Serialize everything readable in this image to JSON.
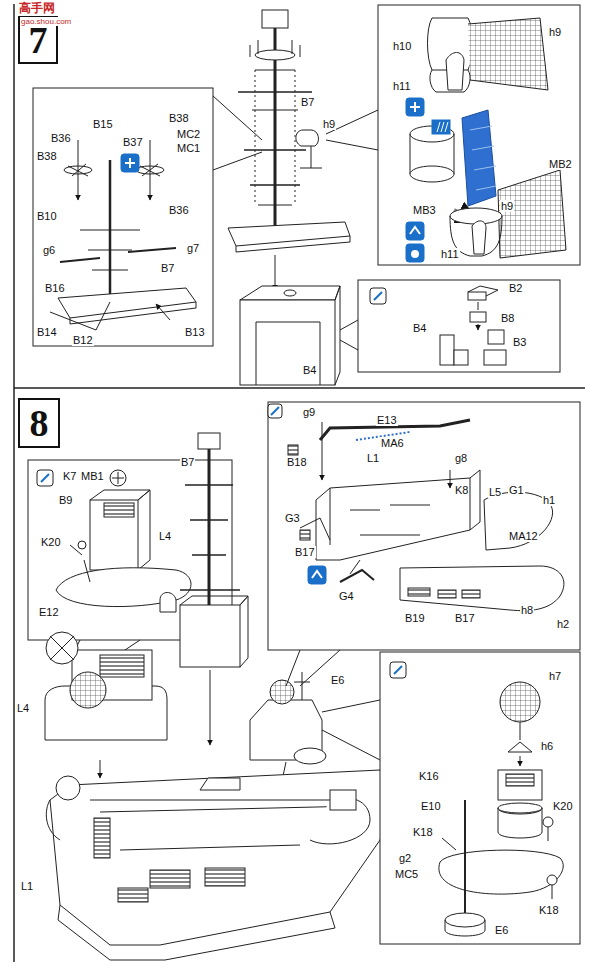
{
  "diagram": {
    "nodes": [
      {
        "text": [
          "7"
        ]
      },
      {
        "text": [
          "8"
        ]
      }
    ],
    "labels": [
      "高手网",
      "gao.shou.com",
      "B15",
      "B36",
      "B38",
      "B37",
      "B38",
      "MC2",
      "MC1",
      "B10",
      "B36",
      "g6",
      "g7",
      "B7",
      "B16",
      "B14",
      "B12",
      "B13",
      "B7",
      "h9",
      "B4",
      "h9",
      "h10",
      "h11",
      "h9",
      "MB2",
      "MB3",
      "h11",
      "B2",
      "B8",
      "B4",
      "B3",
      "B7",
      "K7",
      "MB1",
      "B9",
      "K20",
      "L4",
      "E12",
      "L4",
      "L1",
      "E6",
      "g9",
      "B18",
      "E13",
      "MA6",
      "L1",
      "g8",
      "K8",
      "L5",
      "G1",
      "h1",
      "MA12",
      "G3",
      "B17",
      "G4",
      "B19",
      "B17",
      "h8",
      "h2",
      "h7",
      "h6",
      "K16",
      "K20",
      "E10",
      "K18",
      "g2",
      "MC5",
      "E6",
      "K18"
    ]
  }
}
